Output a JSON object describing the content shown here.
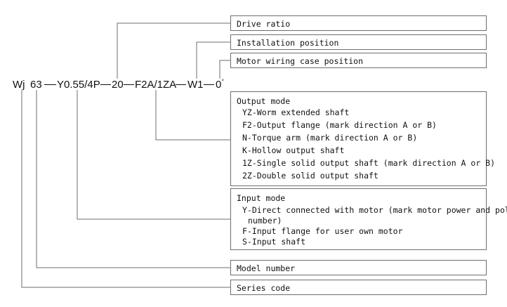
{
  "code": {
    "series": "Wj",
    "model": "63",
    "input": "Y0.55/4P",
    "ratio": "20",
    "output": "F2A/1ZA",
    "installation": "W1",
    "wiring": "0",
    "degree": "°"
  },
  "callouts": {
    "drive_ratio": "Drive ratio",
    "installation_position": "Installation position",
    "motor_wiring": "Motor wiring case position",
    "output_mode": {
      "title": "Output mode",
      "items": [
        "YZ-Worm extended shaft",
        "F2-Output flange (mark direction A or B)",
        "N-Torque arm (mark direction A or B)",
        "K-Hollow output shaft",
        "1Z-Single solid output shaft (mark direction A or B)",
        "2Z-Double solid output shaft"
      ]
    },
    "input_mode": {
      "title": "Input mode",
      "items": [
        "Y-Direct connected with motor (mark motor power and pole",
        "number)",
        "F-Input flange for user own motor",
        "S-Input shaft"
      ]
    },
    "model_number": "Model number",
    "series_code": "Series code"
  }
}
